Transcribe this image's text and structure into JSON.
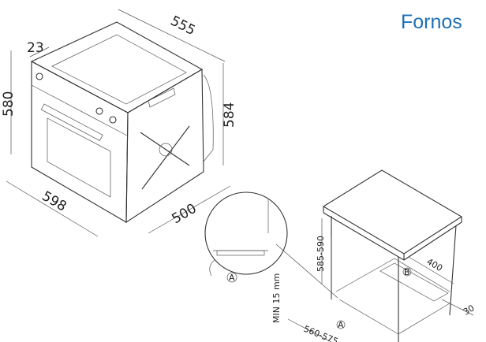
{
  "title": "Fornos",
  "colors": {
    "title": "#1f6fb5",
    "line": "#333333"
  },
  "oven_dimensions": {
    "top_depth": "23",
    "depth": "555",
    "height_front": "580",
    "height_side": "584",
    "width": "598",
    "side_depth": "500"
  },
  "installation_dimensions": {
    "niche_height": "585-590",
    "min_gap": "MIN 15 mm",
    "vent_length": "400",
    "vent_offset": "30",
    "niche_width": "560-575"
  },
  "markers": {
    "a": "A",
    "b": "B"
  }
}
